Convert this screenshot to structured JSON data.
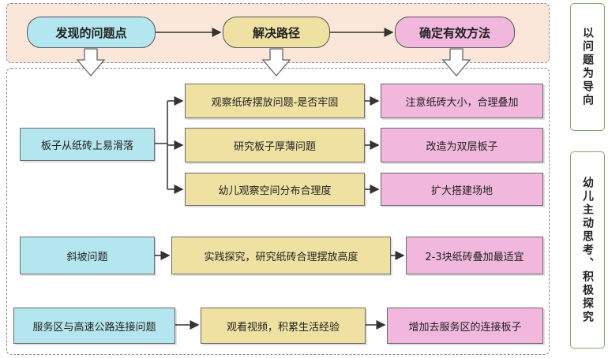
{
  "colors": {
    "cyan": "#b3e6ee",
    "yellow": "#efe1a1",
    "pink": "#f1b7dd",
    "band": "#fbe7da"
  },
  "header": {
    "step1": "发现的问题点",
    "step2": "解决路径",
    "step3": "确定有效方法"
  },
  "rows": {
    "r1": {
      "problem": "板子从纸砖上易滑落",
      "paths": [
        "观察纸砖摆放问题-是否牢固",
        "研究板子厚薄问题",
        "幼儿观察空间分布合理度"
      ],
      "methods": [
        "注意纸砖大小，合理叠加",
        "改造为双层板子",
        "扩大搭建场地"
      ]
    },
    "r2": {
      "problem": "斜坡问题",
      "path": "实践探究，研究纸砖合理摆放高度",
      "method": "2-3块纸砖叠加最适宜"
    },
    "r3": {
      "problem": "服务区与高速公路连接问题",
      "path": "观看视频，积累生活经验",
      "method": "增加去服务区的连接板子"
    }
  },
  "side": {
    "top": "以问题为导向",
    "bottom": "幼儿主动思考、积极探究"
  }
}
